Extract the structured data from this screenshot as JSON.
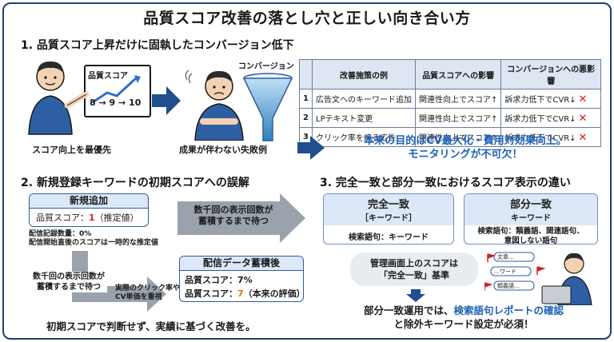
{
  "title": "品質スコア改善の落とし穴と正しい向き合い方",
  "section1": {
    "heading": "1. 品質スコア上昇だけに固執したコンバージョン低下",
    "board_title": "品質スコア",
    "board_numbers": "8 → 9 → 10",
    "person1_caption": "スコア向上を最優先",
    "funnel_label": "コンバージョン",
    "person2_caption": "成果が伴わない失敗例",
    "table": {
      "headers": [
        "",
        "改善施策の例",
        "品質スコアへの影響",
        "コンバージョンへの悪影響"
      ],
      "rows": [
        {
          "num": "1",
          "measure": "広告文へのキーワード追加",
          "qs": "関連性向上でスコア↑",
          "cv": "訴求力低下でCVR↓"
        },
        {
          "num": "2",
          "measure": "LPテキスト変更",
          "qs": "関連性向上でスコア↑",
          "cv": "訴求力低下でCVR↓"
        },
        {
          "num": "3",
          "measure": "クリック率を煽る広告",
          "qs": "関連性向上でスコア↑",
          "cv": "訴求力低下でCVR↓"
        }
      ],
      "x_mark": "✕"
    },
    "conclusion_line1": "本来の目的はCV最大化・費用対効果向上。",
    "conclusion_line2": "モニタリングが不可欠！"
  },
  "section2": {
    "heading": "2. 新規登録キーワードの初期スコアへの誤解",
    "new_box_title": "新規追加",
    "new_box_label": "品質スコア：",
    "new_box_value": "1",
    "new_box_suffix": "（推定値）",
    "note1": "配信記録数量：0%",
    "note2": "配信開始直後のスコアは一時的な推定値",
    "right_arrow_text1": "数千回の表示回数が",
    "right_arrow_text2": "蓄積するまで待つ",
    "down_arrow_text1": "数千回の表示回数が",
    "down_arrow_text2": "蓄積するまで待つ",
    "side_note1": "実際のクリック率や",
    "side_note2": "CV単価を重視",
    "after_box_title": "配信データ蓄積後",
    "after_line1": "品質スコア：7%",
    "after_line2_label": "品質スコア：",
    "after_line2_value": "7",
    "after_line2_suffix": "（本来の評価）",
    "bottom_text": "初期スコアで判断せず、実績に基づく改善を。"
  },
  "section3": {
    "heading": "3. 完全一致と部分一致におけるスコア表示の違い",
    "exact_title": "完全一致",
    "exact_sub": "［キーワード］",
    "exact_body": "検索語句：キーワード",
    "broad_title": "部分一致",
    "broad_sub": "キーワード",
    "broad_body1": "検索語句：類義語、関連語句、",
    "broad_body2": "意図しない語句",
    "bubble_line1": "管理画面上のスコアは",
    "bubble_line2": "「完全一致」基準",
    "search_rows": [
      "文章…",
      "…ワード",
      "類義語…"
    ],
    "bottom_line1_a": "部分一致運用では、",
    "bottom_line1_b": "検索語句レポートの確認",
    "bottom_line2": "と除外キーワード設定が必須！"
  },
  "colors": {
    "navy": "#1f3f73",
    "accent_blue": "#1c5fb7",
    "red": "#d42020",
    "orange": "#e07000",
    "light_blue": "#dce8f7"
  }
}
